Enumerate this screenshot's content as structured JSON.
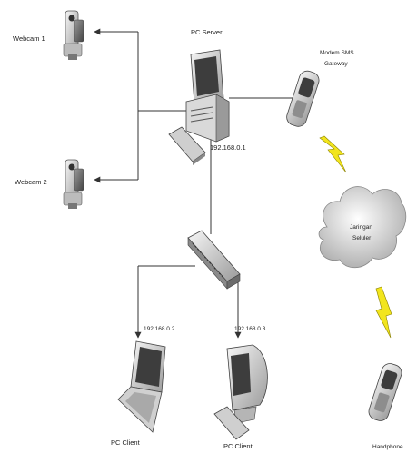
{
  "nodes": {
    "pc_server": {
      "label": "PC Server",
      "ip": "192.168.0.1"
    },
    "webcam_1": {
      "label": "Webcam 1"
    },
    "webcam_2": {
      "label": "Webcam 2"
    },
    "modem": {
      "label_line1": "Modem SMS",
      "label_line2": "Gateway"
    },
    "cloud": {
      "label_line1": "Jaringan",
      "label_line2": "Seluler"
    },
    "client_1": {
      "label": "PC Client",
      "ip": "192.168.0.2"
    },
    "client_2": {
      "label": "PC Client",
      "ip": "192.168.0.3"
    },
    "handphone": {
      "label": "Handphone"
    }
  },
  "colors": {
    "line": "#333333",
    "lightning": "#f2e51d",
    "device": "#d9d9d9",
    "device_dark": "#7d7d7d"
  }
}
